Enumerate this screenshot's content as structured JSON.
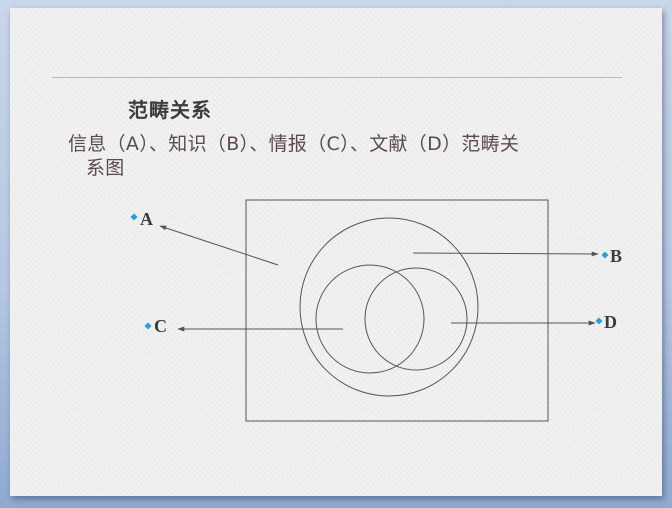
{
  "slide": {
    "title": "范畴关系",
    "subtitle_line1": "信息（A）、知识（B）、情报（C）、文献（D）范畴关",
    "subtitle_line2": "系图"
  },
  "diagram": {
    "labels": [
      "A",
      "B",
      "C",
      "D"
    ],
    "colors": {
      "bullet": "#2a9fd6",
      "stroke": "#555555",
      "label": "#3c3c3c"
    }
  }
}
